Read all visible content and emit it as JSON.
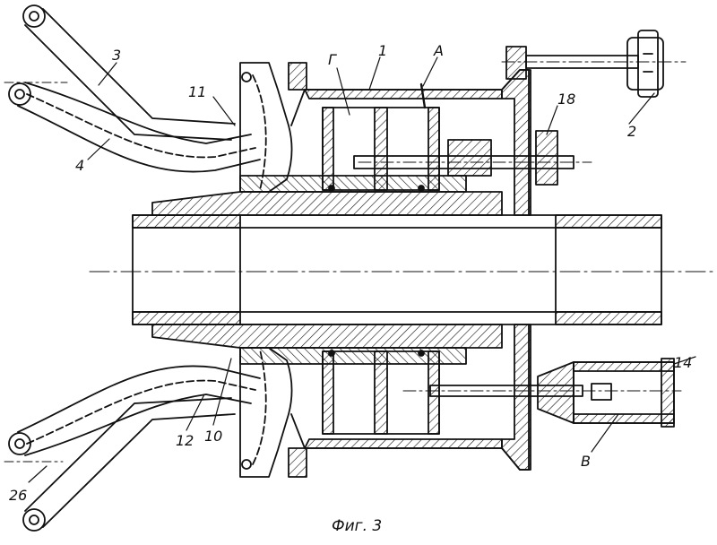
{
  "figure": {
    "caption": "Фиг. 3",
    "labels": {
      "l1": "1",
      "l2": "2",
      "l3": "3",
      "l4": "4",
      "l10": "10",
      "l11": "11",
      "l12": "12",
      "l14": "14",
      "l18": "18",
      "l26": "26",
      "lA": "А",
      "lB": "В",
      "lG": "Г"
    }
  }
}
